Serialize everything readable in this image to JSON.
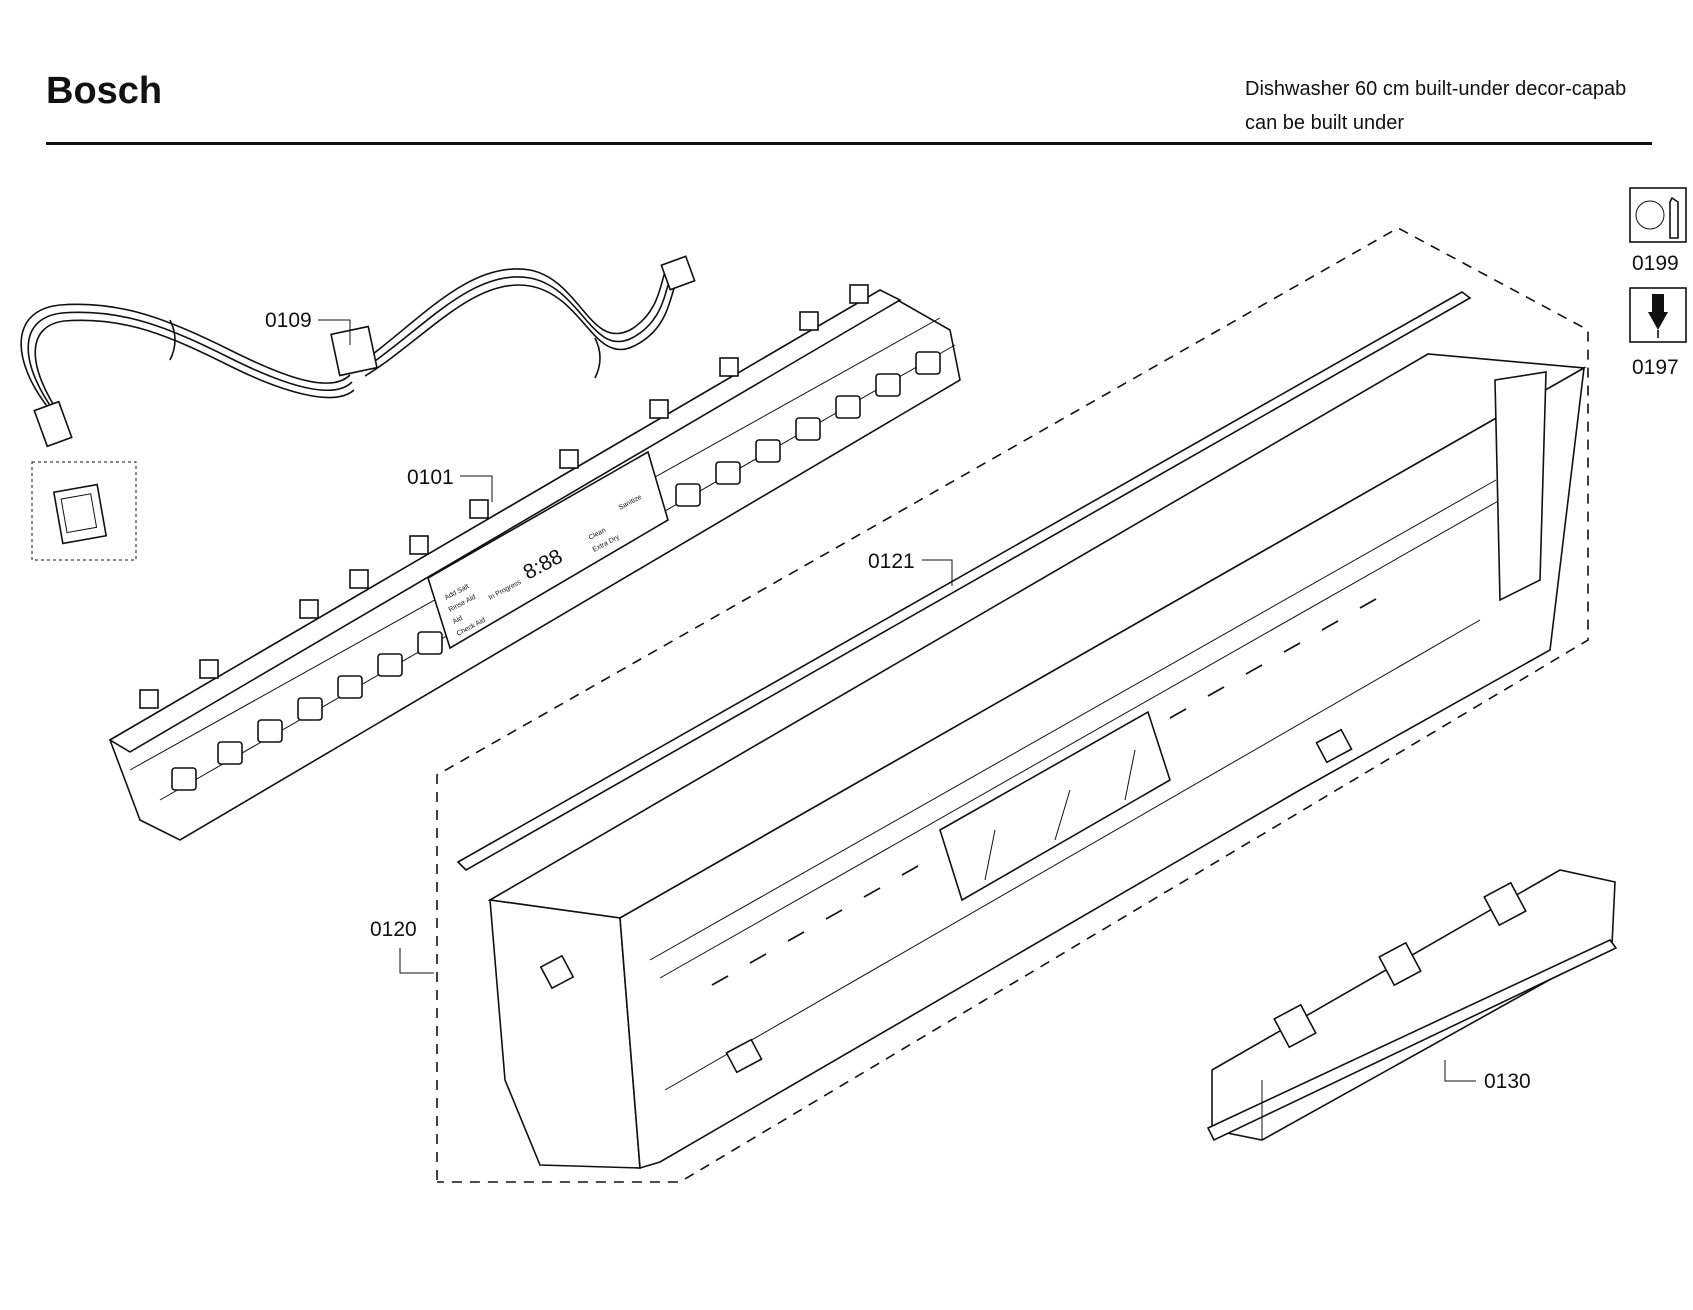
{
  "header": {
    "brand": "Bosch",
    "title_line1": "Dishwasher 60 cm built-under decor-capab",
    "title_line2": "can be built under"
  },
  "parts": [
    {
      "id": "0109",
      "label": "0109",
      "component": "wiring-harness"
    },
    {
      "id": "0101",
      "label": "0101",
      "component": "control-module"
    },
    {
      "id": "0121",
      "label": "0121",
      "component": "trim-strip"
    },
    {
      "id": "0120",
      "label": "0120",
      "component": "control-panel-fascia"
    },
    {
      "id": "0130",
      "label": "0130",
      "component": "handle-bracket"
    }
  ],
  "service_icons": [
    {
      "id": "0199",
      "label": "0199",
      "icon": "nut-wrench-icon"
    },
    {
      "id": "0197",
      "label": "0197",
      "icon": "screwdriver-icon"
    }
  ],
  "control_panel_text": {
    "display": "8:88",
    "left_block": [
      "Add Salt",
      "Rinse Aid",
      "Aid",
      "Check Aid"
    ],
    "mid_block": [
      "In Progress"
    ],
    "right_block": [
      "Clean",
      "Extra Dry",
      "Sanitize"
    ]
  }
}
